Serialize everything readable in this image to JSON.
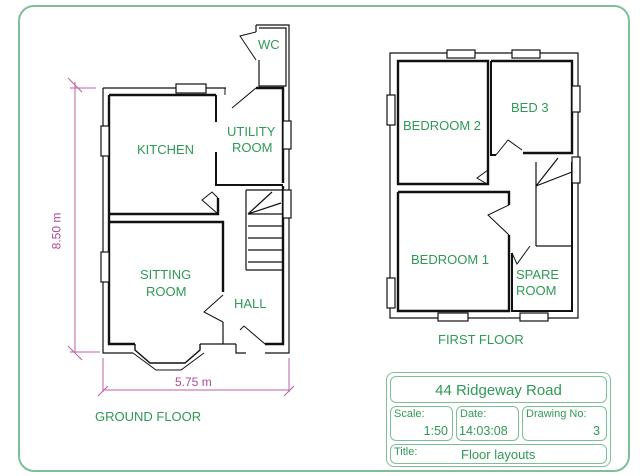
{
  "colors": {
    "frame": "#7fbf98",
    "label": "#2e9a55",
    "dimension": "#b04a92",
    "wall": "#111111"
  },
  "ground_floor": {
    "caption": "GROUND FLOOR",
    "rooms": {
      "wc": "WC",
      "kitchen": "KITCHEN",
      "utility_line1": "UTILITY",
      "utility_line2": "ROOM",
      "sitting_line1": "SITTING",
      "sitting_line2": "ROOM",
      "hall": "HALL"
    },
    "dimensions": {
      "height": "8.50 m",
      "width": "5.75 m"
    }
  },
  "first_floor": {
    "caption": "FIRST FLOOR",
    "rooms": {
      "bedroom2": "BEDROOM 2",
      "bed3": "BED 3",
      "bedroom1": "BEDROOM 1",
      "spare_line1": "SPARE",
      "spare_line2": "ROOM"
    }
  },
  "title_block": {
    "address": "44 Ridgeway Road",
    "scale_label": "Scale:",
    "scale_value": "1:50",
    "date_label": "Date:",
    "date_value": "14:03:08",
    "drawing_no_label": "Drawing No:",
    "drawing_no_value": "3",
    "title_label": "Title:",
    "title_value": "Floor layouts"
  }
}
